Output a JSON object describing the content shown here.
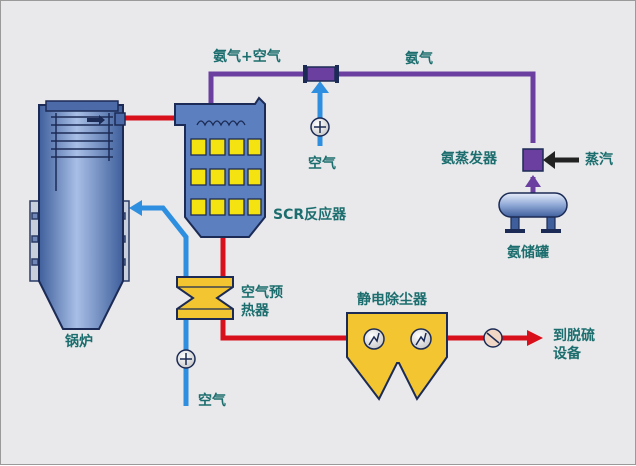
{
  "labels": {
    "ammonia_air": "氨气+空气",
    "ammonia_top": "氨气",
    "air_top": "空气",
    "ammonia_evaporator": "氨蒸发器",
    "steam": "蒸汽",
    "ammonia_tank": "氨储罐",
    "scr_reactor": "SCR反应器",
    "air_preheater_1": "空气预",
    "air_preheater_2": "热器",
    "esp": "静电除尘器",
    "desulfurization_1": "到脱硫",
    "desulfurization_2": "设备",
    "boiler": "锅炉",
    "air_bottom": "空气"
  },
  "colors": {
    "flue_gas": "#d8101c",
    "ammonia": "#6a3fa0",
    "air": "#2e8fe0",
    "equipment": "#5b7fbf",
    "catalyst": "#f5e311",
    "esp_body": "#f2c531",
    "label": "#1c6e6e"
  }
}
